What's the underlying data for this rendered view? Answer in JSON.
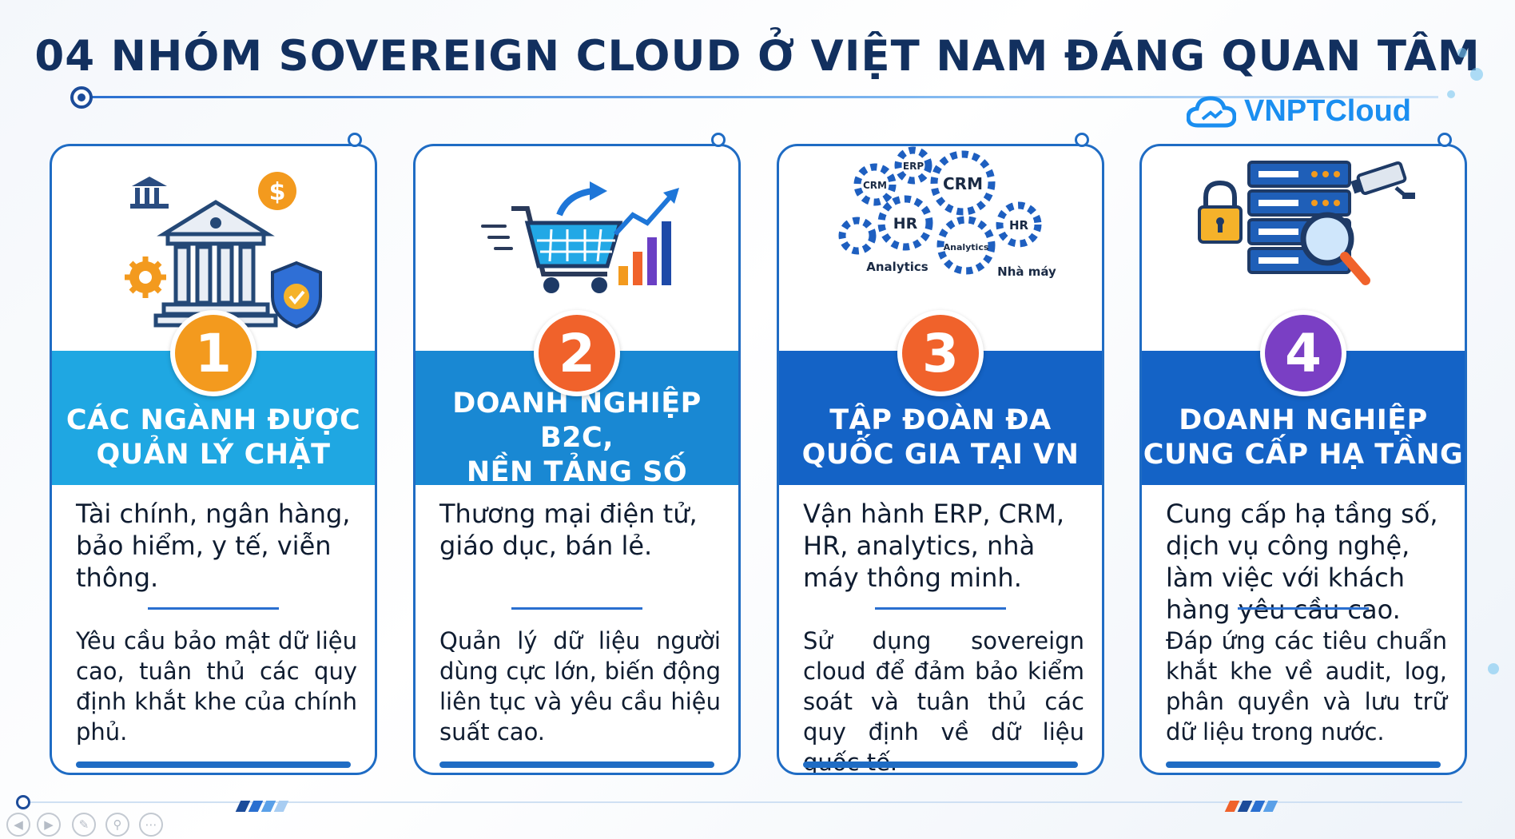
{
  "title": "04 NHÓM SOVEREIGN CLOUD Ở VIỆT NAM ĐÁNG QUAN TÂM",
  "logo": {
    "text": "VNPTCloud"
  },
  "colors": {
    "orange": "#f39a1e",
    "red_orange": "#f0622b",
    "purple": "#7a3fc4",
    "band_light": "#1fa7e2",
    "band_mid": "#1988d3",
    "band_dark": "#1463c6"
  },
  "cards": [
    {
      "number": "1",
      "heading": [
        "CÁC NGÀNH ĐƯỢC",
        "QUẢN LÝ CHẶT"
      ],
      "desc1": "Tài chính, ngân hàng, bảo hiểm, y tế, viễn thông.",
      "desc2": "Yêu cầu bảo mật dữ liệu cao, tuân thủ các quy định khắt khe của chính phủ.",
      "icon": "bank-shield-icon"
    },
    {
      "number": "2",
      "heading": [
        "DOANH NGHIỆP B2C,",
        "NỀN TẢNG SỐ"
      ],
      "desc1": "Thương mại điện tử, giáo dục, bán lẻ.",
      "desc2": "Quản lý dữ liệu người dùng cực lớn, biến động liên tục và yêu cầu hiệu suất cao.",
      "icon": "shopping-cart-growth-icon"
    },
    {
      "number": "3",
      "heading": [
        "TẬP ĐOÀN ĐA",
        "QUỐC GIA TẠI VN"
      ],
      "desc1": "Vận hành ERP, CRM, HR, analytics, nhà máy thông minh.",
      "desc2": "Sử dụng sovereign cloud để đảm bảo kiểm soát và tuân thủ các quy định về dữ liệu quốc tế.",
      "icon": "gears-icon",
      "gear_labels": {
        "erp": "ERP",
        "crm_small": "CRM",
        "crm": "CRM",
        "hr": "HR",
        "hr_small": "HR",
        "analytics_small": "Analytics",
        "analytics": "Analytics",
        "factory": "Nhà máy"
      }
    },
    {
      "number": "4",
      "heading": [
        "DOANH NGHIỆP",
        "CUNG CẤP HẠ TẦNG"
      ],
      "desc1": "Cung cấp hạ tầng số, dịch vụ công nghệ, làm việc với khách hàng yêu cầu cao.",
      "desc2": "Đáp ứng các tiêu chuẩn khắt khe về audit, log, phân quyền và lưu trữ dữ liệu trong nước.",
      "icon": "server-security-icon"
    }
  ]
}
